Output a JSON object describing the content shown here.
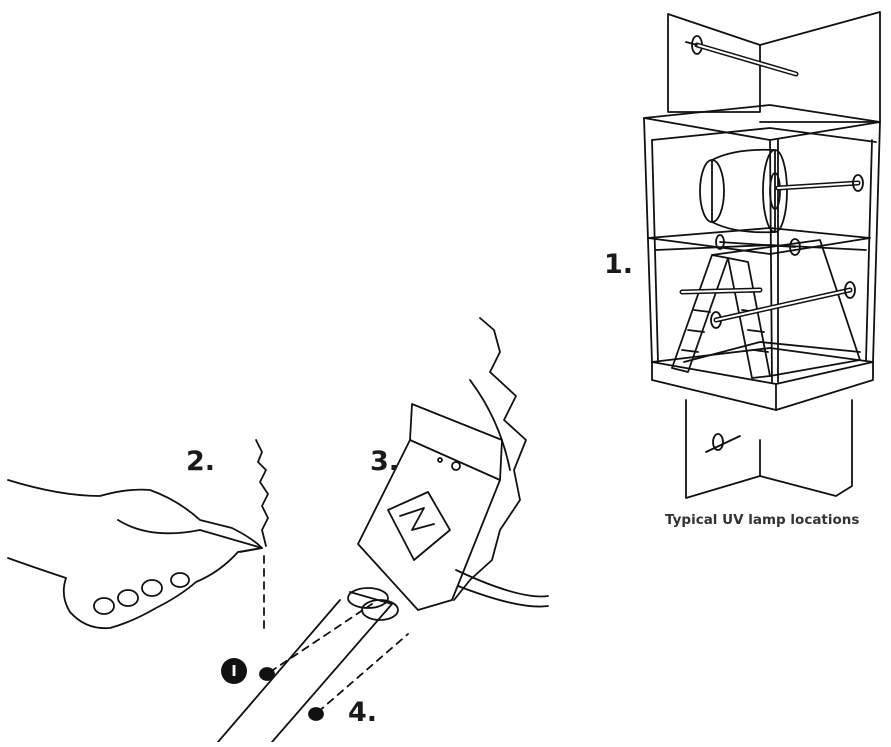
{
  "steps": {
    "step1": "1.",
    "step2": "2.",
    "step3": "3.",
    "step4": "4."
  },
  "caption": "Typical UV lamp locations",
  "badge": "I"
}
